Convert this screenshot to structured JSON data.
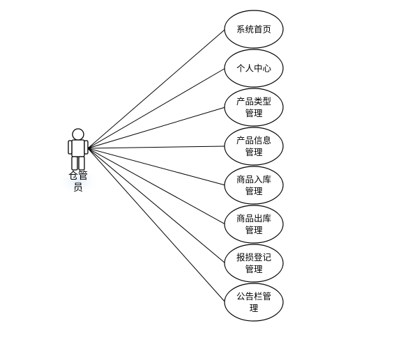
{
  "diagram": {
    "actor": {
      "label_lines": [
        "仓管",
        "员"
      ]
    },
    "use_cases": [
      {
        "label_lines": [
          "系统首页"
        ]
      },
      {
        "label_lines": [
          "个人中心"
        ]
      },
      {
        "label_lines": [
          "产品类型",
          "管理"
        ]
      },
      {
        "label_lines": [
          "产品信息",
          "管理"
        ]
      },
      {
        "label_lines": [
          "商品入库",
          "管理"
        ]
      },
      {
        "label_lines": [
          "商品出库",
          "管理"
        ]
      },
      {
        "label_lines": [
          "报损登记",
          "管理"
        ]
      },
      {
        "label_lines": [
          "公告栏管",
          "理"
        ]
      }
    ]
  }
}
